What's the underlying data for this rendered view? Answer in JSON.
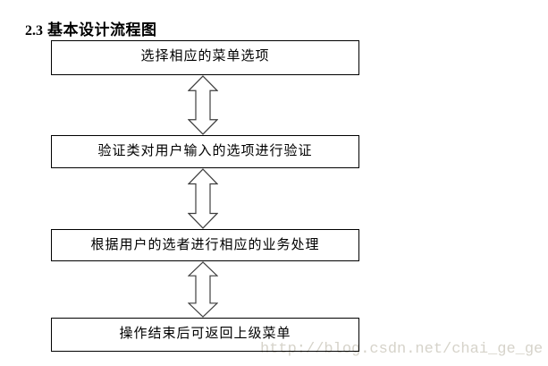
{
  "page": {
    "background_color": "#ffffff"
  },
  "heading": {
    "number": "2.3",
    "title": "基本设计流程图",
    "color": "#000000"
  },
  "flowchart": {
    "box_border_color": "#000000",
    "arrow_outline_color": "#3f3f3f",
    "arrow_fill_color": "#ffffff",
    "boxes": [
      {
        "label": "选择相应的菜单选项"
      },
      {
        "label": "验证类对用户输入的选项进行验证"
      },
      {
        "label": "根据用户的选者进行相应的业务处理"
      },
      {
        "label": "操作结束后可返回上级菜单"
      }
    ],
    "connectors": [
      {
        "icon": "double-vertical-arrow"
      },
      {
        "icon": "double-vertical-arrow"
      },
      {
        "icon": "double-vertical-arrow"
      }
    ]
  },
  "watermark": {
    "text": "http://blog.csdn.net/chai_ge_ge",
    "color": "#d6d3ca"
  }
}
